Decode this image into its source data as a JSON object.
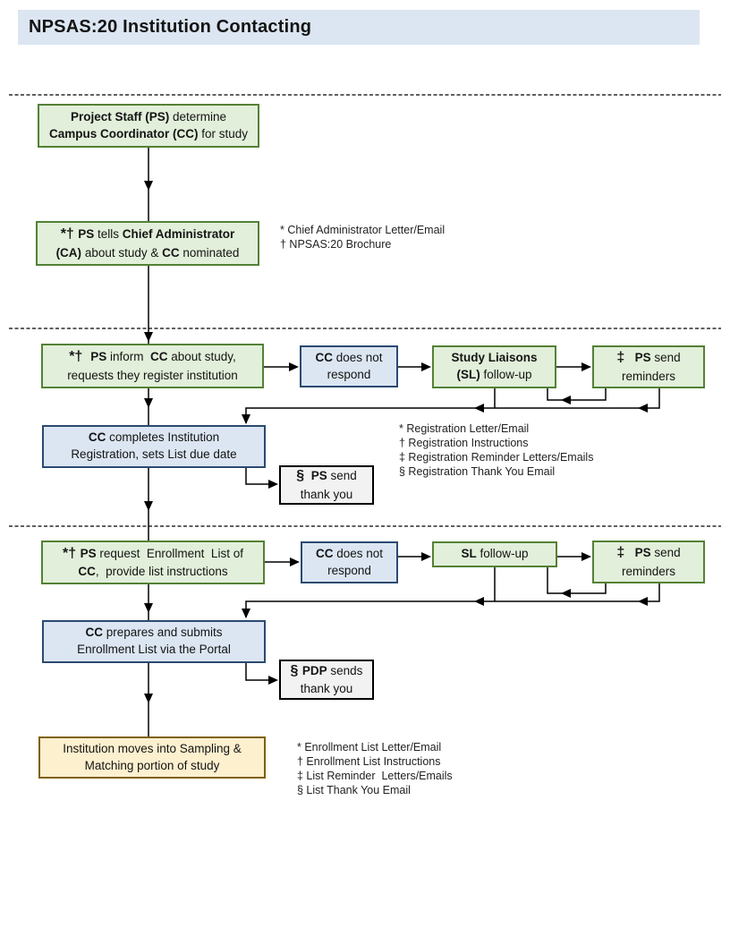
{
  "title": "NPSAS:20 Institution Contacting",
  "colors": {
    "titlebar_fill": "#dce6f2",
    "green_border": "#538135",
    "green_fill": "#e2efda",
    "blue_border": "#2b4a70",
    "blue_fill": "#dce6f2",
    "gray_border": "#000000",
    "gray_fill": "#f2f2f2",
    "yellow_border": "#7f6000",
    "yellow_fill": "#fdf0cf",
    "line": "#000000"
  },
  "boxes": {
    "determine_cc": {
      "lines": [
        [
          {
            "t": "Project Staff (PS)",
            "b": true
          },
          {
            "t": " determine"
          }
        ],
        [
          {
            "t": "Campus Coordinator (CC)",
            "b": true
          },
          {
            "t": " for study"
          }
        ]
      ]
    },
    "tell_ca": {
      "lines": [
        [
          {
            "t": "*† ",
            "b": true,
            "sym": true
          },
          {
            "t": "PS",
            "b": true
          },
          {
            "t": " tells "
          },
          {
            "t": "Chief Administrator",
            "b": true
          }
        ],
        [
          {
            "t": "(CA)",
            "b": true
          },
          {
            "t": " about study & "
          },
          {
            "t": "CC",
            "b": true
          },
          {
            "t": " nominated"
          }
        ]
      ]
    },
    "inform_cc": {
      "lines": [
        [
          {
            "t": "*†  ",
            "b": true,
            "sym": true
          },
          {
            "t": "PS",
            "b": true
          },
          {
            "t": " inform  "
          },
          {
            "t": "CC",
            "b": true
          },
          {
            "t": " about study,"
          }
        ],
        [
          {
            "t": "requests they register institution"
          }
        ]
      ]
    },
    "cc_no_respond_1": {
      "lines": [
        [
          {
            "t": "CC",
            "b": true
          },
          {
            "t": " does not"
          }
        ],
        [
          {
            "t": "respond"
          }
        ]
      ]
    },
    "sl_followup_1": {
      "lines": [
        [
          {
            "t": "Study Liaisons",
            "b": true
          }
        ],
        [
          {
            "t": "(SL)",
            "b": true
          },
          {
            "t": " follow-up"
          }
        ]
      ]
    },
    "ps_reminders_1": {
      "lines": [
        [
          {
            "t": "‡",
            "b": true,
            "sym": true
          },
          {
            "t": "   "
          },
          {
            "t": "PS",
            "b": true
          },
          {
            "t": " send"
          }
        ],
        [
          {
            "t": "reminders"
          }
        ]
      ]
    },
    "cc_registers": {
      "lines": [
        [
          {
            "t": "CC",
            "b": true
          },
          {
            "t": " completes Institution"
          }
        ],
        [
          {
            "t": "Registration, sets List due date"
          }
        ]
      ]
    },
    "ps_thank_you": {
      "lines": [
        [
          {
            "t": "§",
            "b": true,
            "sym": true
          },
          {
            "t": "  "
          },
          {
            "t": "PS",
            "b": true
          },
          {
            "t": " send"
          }
        ],
        [
          {
            "t": "thank you"
          }
        ]
      ]
    },
    "request_list": {
      "lines": [
        [
          {
            "t": "*† ",
            "b": true,
            "sym": true
          },
          {
            "t": "PS",
            "b": true
          },
          {
            "t": " request  Enrollment  List of"
          }
        ],
        [
          {
            "t": "CC",
            "b": true
          },
          {
            "t": ",  provide list instructions"
          }
        ]
      ]
    },
    "cc_no_respond_2": {
      "lines": [
        [
          {
            "t": "CC",
            "b": true
          },
          {
            "t": " does not"
          }
        ],
        [
          {
            "t": "respond"
          }
        ]
      ]
    },
    "sl_followup_2": {
      "lines": [
        [
          {
            "t": "SL",
            "b": true
          },
          {
            "t": " follow-up"
          }
        ]
      ]
    },
    "ps_reminders_2": {
      "lines": [
        [
          {
            "t": "‡",
            "b": true,
            "sym": true
          },
          {
            "t": "   "
          },
          {
            "t": "PS",
            "b": true
          },
          {
            "t": " send"
          }
        ],
        [
          {
            "t": "reminders"
          }
        ]
      ]
    },
    "cc_submits_list": {
      "lines": [
        [
          {
            "t": "CC",
            "b": true
          },
          {
            "t": " prepares and submits"
          }
        ],
        [
          {
            "t": "Enrollment List via the Portal"
          }
        ]
      ]
    },
    "pdp_thank_you": {
      "lines": [
        [
          {
            "t": "§ ",
            "b": true,
            "sym": true
          },
          {
            "t": "PDP",
            "b": true
          },
          {
            "t": " sends"
          }
        ],
        [
          {
            "t": "thank you"
          }
        ]
      ]
    },
    "sampling": {
      "lines": [
        [
          {
            "t": "Institution moves into Sampling &"
          }
        ],
        [
          {
            "t": "Matching portion of study"
          }
        ]
      ]
    }
  },
  "footnotes": {
    "contact": [
      "* Chief Administrator Letter/Email",
      "† NPSAS:20 Brochure"
    ],
    "registration": [
      "* Registration Letter/Email",
      "† Registration Instructions",
      "‡ Registration Reminder Letters/Emails",
      "§ Registration Thank You Email"
    ],
    "enrollment": [
      "* Enrollment List Letter/Email",
      "† Enrollment List Instructions",
      "‡ List Reminder  Letters/Emails",
      "§ List Thank You Email"
    ]
  }
}
